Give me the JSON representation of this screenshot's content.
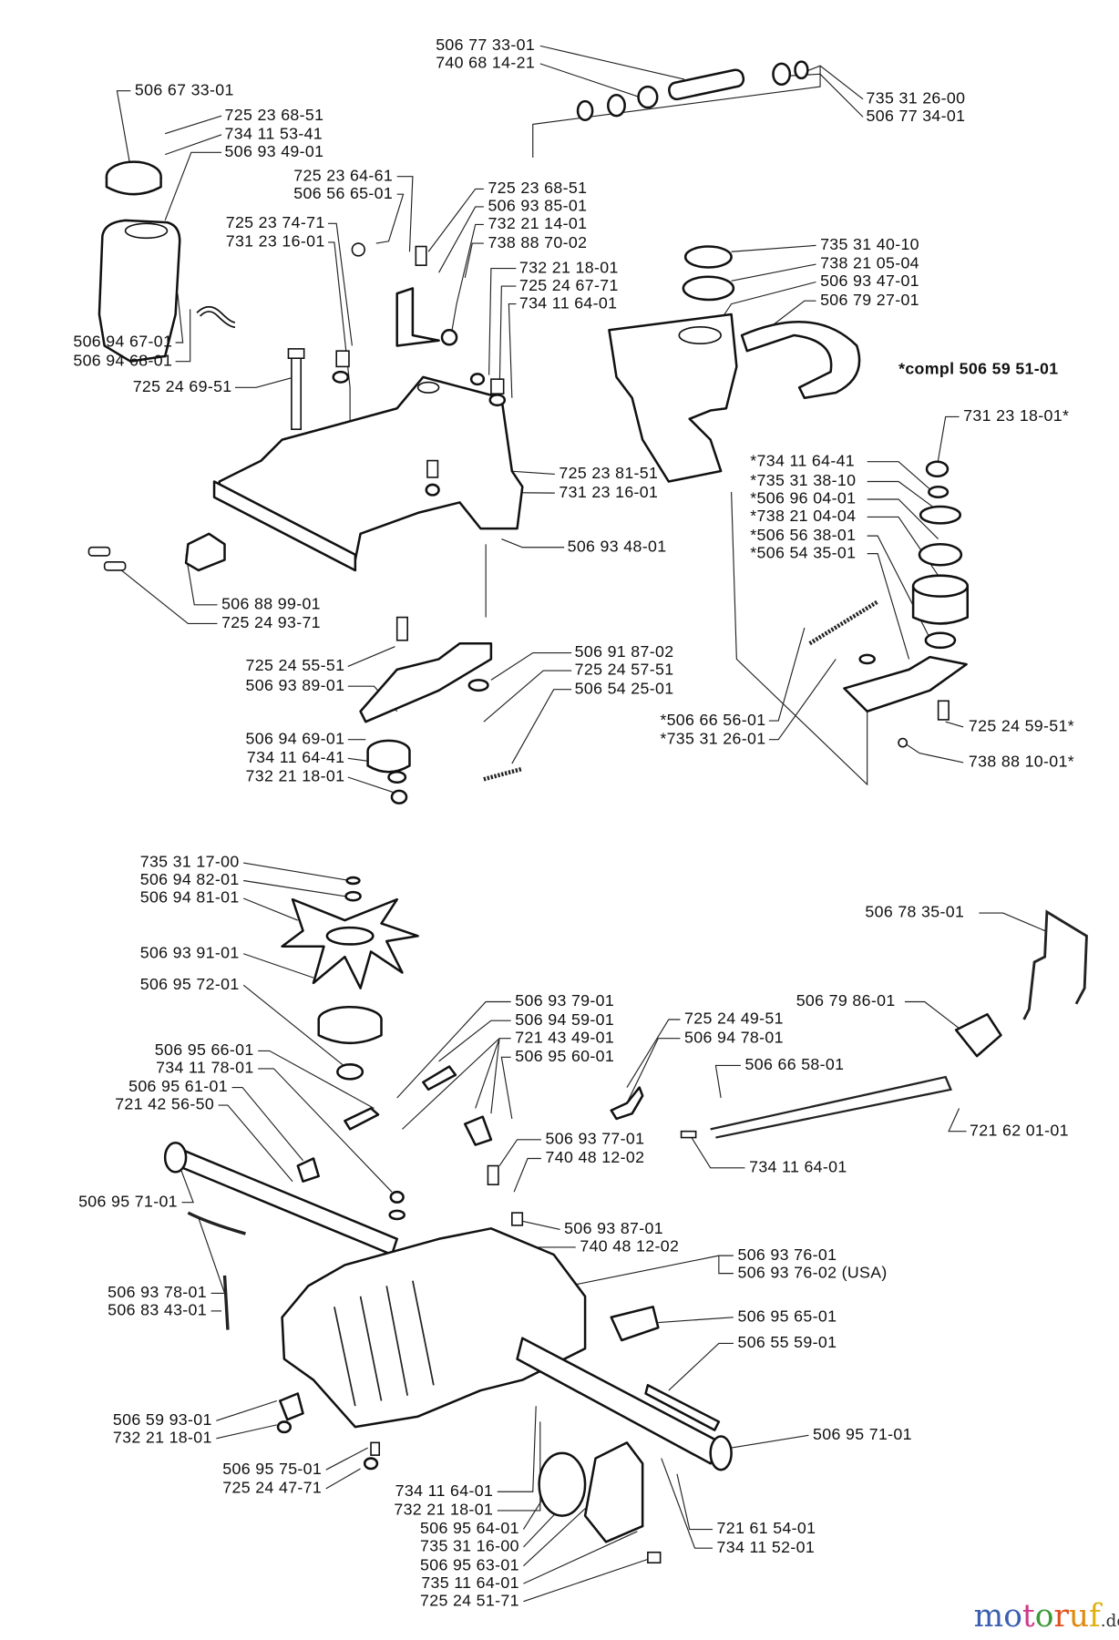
{
  "title": "Parts diagram",
  "compl_note": "*compl 506 59 51-01",
  "callouts": [
    "506 77 33-01",
    "740 68 14-21",
    "735 31 26-00",
    "506 77 34-01",
    "506 67 33-01",
    "725 23 68-51",
    "734 11 53-41",
    "506 93 49-01",
    "725 23 64-61",
    "506 56 65-01",
    "725 23 74-71",
    "731 23 16-01",
    "725 23 68-51",
    "506 93 85-01",
    "732 21 14-01",
    "738 88 70-02",
    "732 21 18-01",
    "725 24 67-71",
    "734 11 64-01",
    "506 94 67-01",
    "506 94 68-01",
    "725 24 69-51",
    "725 23 81-51",
    "731 23 16-01",
    "506 93 48-01",
    "506 88 99-01",
    "725 24 93-71",
    "725 24 55-51",
    "506 93 89-01",
    "506 91 87-02",
    "725 24 57-51",
    "506 54 25-01",
    "506 94 69-01",
    "734 11 64-41",
    "732 21 18-01",
    "735 31 40-10",
    "738 21 05-04",
    "506 93 47-01",
    "506 79 27-01",
    "731 23 18-01*",
    "*734 11 64-41",
    "*735 31 38-10",
    "*506 96 04-01",
    "*738 21 04-04",
    "*506 56 38-01",
    "*506 54 35-01",
    "*506 66 56-01",
    "*735 31 26-01",
    "725 24 59-51*",
    "738 88 10-01*",
    "735 31 17-00",
    "506 94 82-01",
    "506 94 81-01",
    "506 93 91-01",
    "506 95 72-01",
    "506 78 35-01",
    "506 79 86-01",
    "725 24 49-51",
    "506 94 78-01",
    "506 66 58-01",
    "721 62 01-01",
    "734 11 64-01",
    "506 93 79-01",
    "506 94 59-01",
    "721 43 49-01",
    "506 95 60-01",
    "506 95 66-01",
    "734 11 78-01",
    "506 95 61-01",
    "721 42 56-50",
    "506 95 71-01",
    "506 93 77-01",
    "740 48 12-02",
    "506 93 87-01",
    "740 48 12-02",
    "506 93 76-01",
    "506 93 76-02 (USA)",
    "506 93 78-01",
    "506 83 43-01",
    "506 95 65-01",
    "506 55 59-01",
    "506 59 93-01",
    "732 21 18-01",
    "506 95 71-01",
    "506 95 75-01",
    "725 24 47-71",
    "734 11 64-01",
    "732 21 18-01",
    "506 95 64-01",
    "735 31 16-00",
    "506 95 63-01",
    "735 11 64-01",
    "725 24 51-71",
    "721 61 54-01",
    "734 11 52-01"
  ],
  "watermark": {
    "text": "motoruf",
    "suffix": ".de",
    "colors": [
      "#3a5fb0",
      "#3a5fb0",
      "#d03a8a",
      "#3a9a3a",
      "#e05020",
      "#e08a10",
      "#e0b010"
    ]
  }
}
